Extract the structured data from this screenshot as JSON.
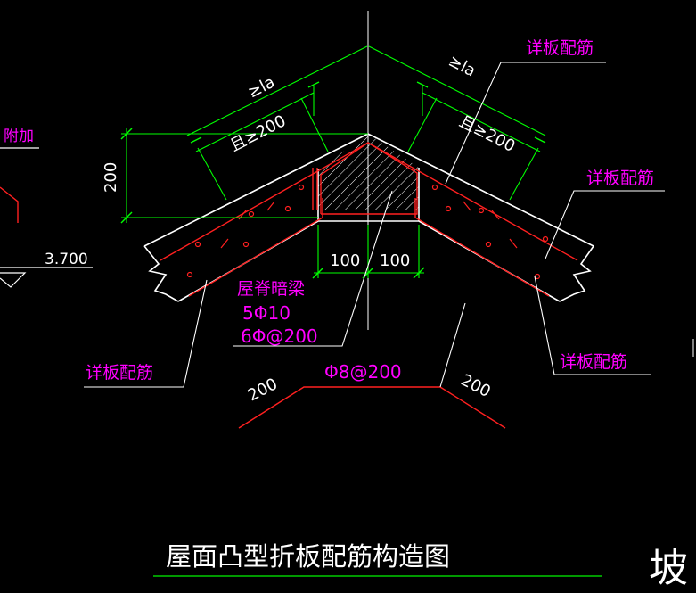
{
  "colors": {
    "background": "#000000",
    "outline": "#ffffff",
    "dimension": "#00ff00",
    "rebar": "#ff2020",
    "annotation": "#ff00ff",
    "dimension_text": "#ffffff",
    "title_text": "#ffffff",
    "title_underline": "#00cc00",
    "hatch": "#ffffff"
  },
  "drawing": {
    "title": "屋面凸型折板配筋构造图",
    "labels": {
      "ridge_beam_name": "屋脊暗梁",
      "ridge_beam_main_bars": "5Φ10",
      "ridge_beam_stirrups": "6Φ@200",
      "slab_rebar_top_right": "详板配筋",
      "slab_rebar_right_upper": "详板配筋",
      "slab_rebar_right_lower": "详板配筋",
      "slab_rebar_left_lower": "详板配筋",
      "extra_bar_spec": "Φ8@200"
    },
    "dimensions": {
      "anchor_length_left": "≥la",
      "anchor_length_right": "≥la",
      "min_length_left": "且≥200",
      "min_length_right": "且≥200",
      "beam_height": "200",
      "beam_half_width_left": "100",
      "beam_half_width_right": "100",
      "bar_leg_left": "200",
      "bar_leg_right": "200"
    },
    "left_fragment": {
      "partial_label": "附加",
      "elevation": "3.700"
    },
    "right_fragment": {
      "partial_label": "坡"
    }
  }
}
